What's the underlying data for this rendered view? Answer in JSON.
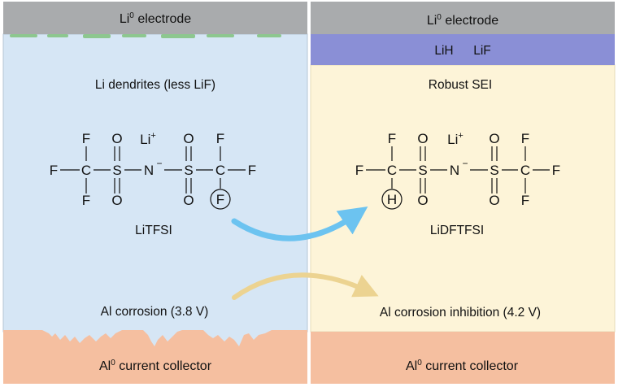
{
  "left_panel": {
    "top_electrode": "electrode",
    "top_electrode_element": "Li",
    "top_electrode_sup": "0",
    "middle_label": "Li dendrites (less LiF)",
    "molecule_name": "LiTFSI",
    "corrosion_label": "Al corrosion (3.8 V)",
    "bottom_collector": "current collector",
    "bottom_collector_element": "Al",
    "bottom_collector_sup": "0"
  },
  "right_panel": {
    "top_electrode": "electrode",
    "top_electrode_element": "Li",
    "top_electrode_sup": "0",
    "sei_layer_1": "LiH",
    "sei_layer_2": "LiF",
    "middle_label": "Robust SEI",
    "molecule_name": "LiDFTFSI",
    "corrosion_label": "Al corrosion inhibition (4.2 V)",
    "bottom_collector": "current collector",
    "bottom_collector_element": "Al",
    "bottom_collector_sup": "0"
  },
  "molecule": {
    "fluorine": "F",
    "hydrogen": "H",
    "carbon": "C",
    "sulfur": "S",
    "oxygen": "O",
    "nitrogen": "N",
    "minus": "−",
    "lithium": "Li",
    "plus": "+"
  },
  "colors": {
    "electrode_gray": "#a9abad",
    "left_bg": "#d6e6f5",
    "right_bg": "#fdf4d8",
    "sei_purple": "#8a8fd6",
    "collector_salmon": "#f5bfa0",
    "arrow_blue": "#6cc3f0",
    "arrow_tan": "#ecd391",
    "nucleation_green": "#8dc78f"
  }
}
